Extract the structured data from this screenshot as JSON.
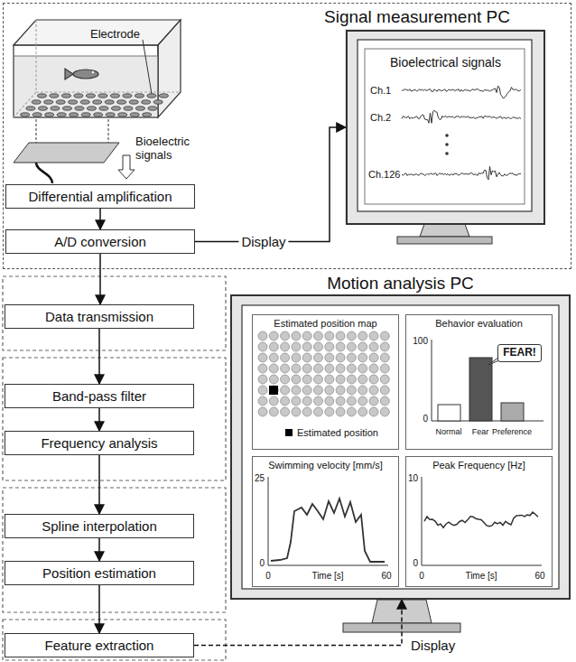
{
  "diagram": {
    "nodes": [
      {
        "text": [
          "Signal measurement PC"
        ]
      },
      {
        "text": [
          "Differential amplification"
        ],
        "in": 0
      },
      {
        "text": [
          "A/D conversion"
        ],
        "in": 0
      },
      {
        "text": [
          "Bioelectrical signals"
        ],
        "in": 0
      },
      {
        "text": [
          "Data transmission"
        ]
      },
      {
        "text": [
          "Band-pass filter"
        ]
      },
      {
        "text": [
          "Frequency analysis"
        ]
      },
      {
        "text": [
          "Spline interpolation"
        ]
      },
      {
        "text": [
          "Position estimation"
        ]
      },
      {
        "text": [
          "Feature extraction"
        ]
      },
      {
        "text": [
          "Motion analysis PC"
        ]
      },
      {
        "text": [
          "Estimated position map"
        ],
        "in": 10
      },
      {
        "text": [
          "Behavior evaluation"
        ],
        "in": 10
      },
      {
        "text": [
          "Swimming velocity [mm/s]"
        ],
        "in": 10
      },
      {
        "text": [
          "Peak Frequency [Hz]"
        ],
        "in": 10
      },
      {
        "text": [
          "FEAR!"
        ],
        "in": 12
      }
    ],
    "edges": [
      {
        "from": 1,
        "to": 2,
        "arrow": "to"
      },
      {
        "from": 2,
        "to": 3,
        "label": "Display",
        "arrow": "to"
      },
      {
        "from": 2,
        "to": 4,
        "arrow": "to"
      },
      {
        "from": 4,
        "to": 5,
        "arrow": "to"
      },
      {
        "from": 5,
        "to": 6,
        "arrow": "to"
      },
      {
        "from": 6,
        "to": 7,
        "arrow": "to"
      },
      {
        "from": 7,
        "to": 8,
        "arrow": "to"
      },
      {
        "from": 8,
        "to": 9,
        "arrow": "to"
      },
      {
        "from": 9,
        "to": 10,
        "label": "Display",
        "arrow": "to"
      }
    ],
    "labels": [
      "Electrode",
      "Bioelectric signals",
      "Ch.1",
      "Ch.2",
      "Ch.126",
      "100",
      "0",
      "Normal",
      "Fear",
      "Preference",
      "25",
      "0",
      "0",
      "Time [s]",
      "60",
      "10",
      "0",
      "0",
      "Time [s]",
      "60"
    ],
    "legend": [
      {
        "text": "Estimated position",
        "color": "#000000"
      }
    ]
  }
}
